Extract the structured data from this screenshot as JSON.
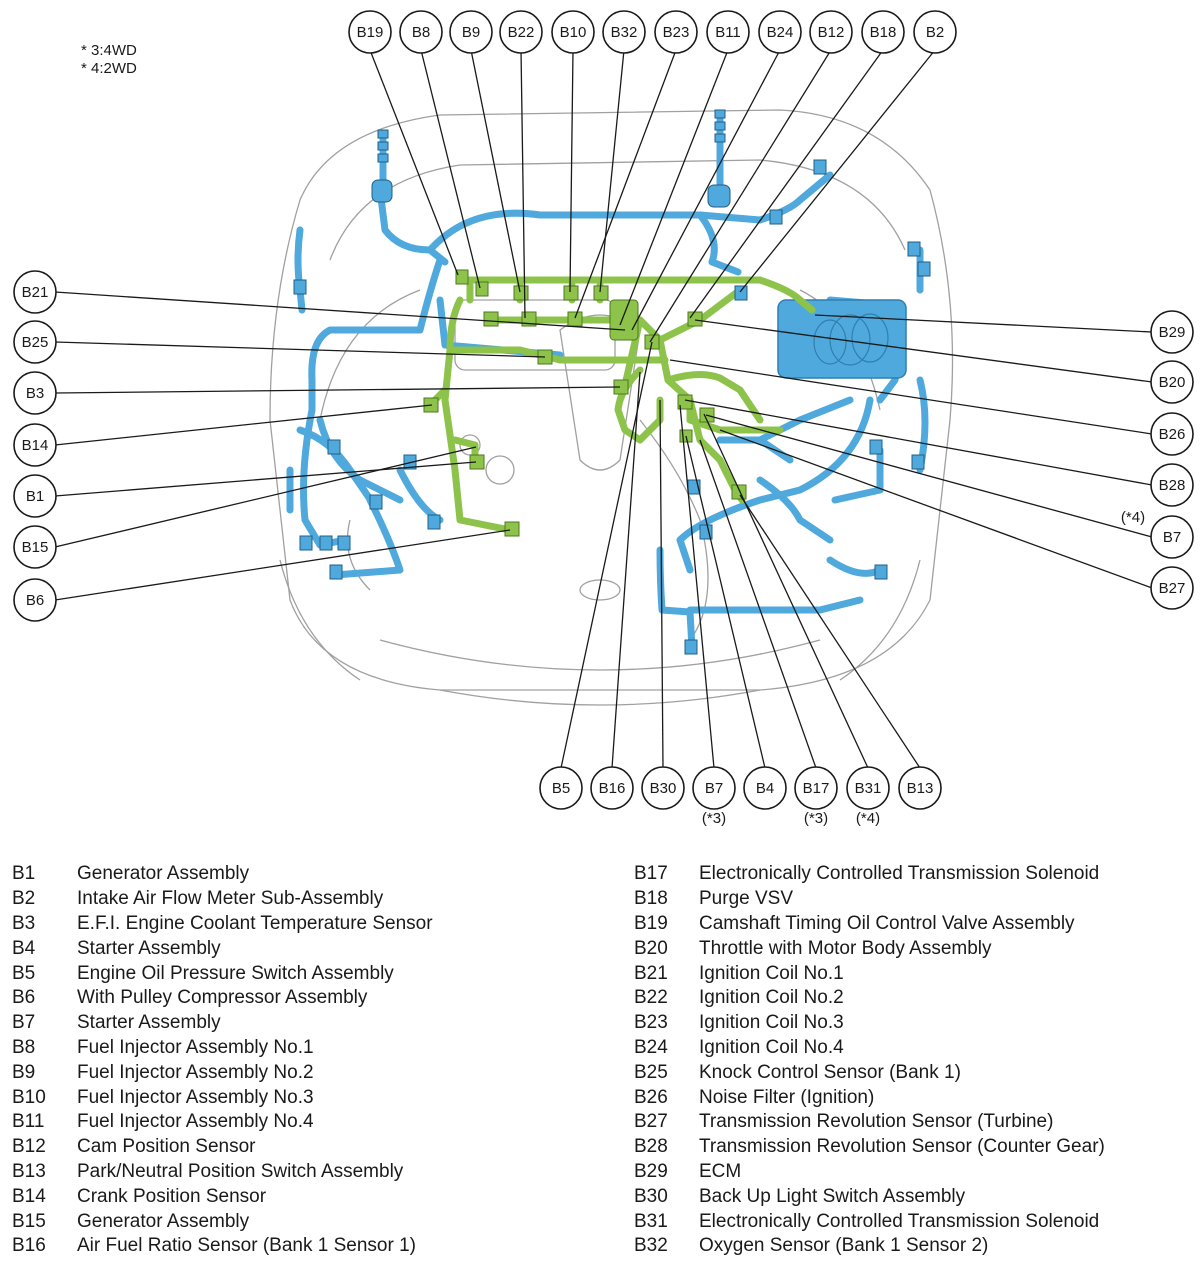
{
  "notes": [
    "* 3:4WD",
    "* 4:2WD"
  ],
  "colors": {
    "harness_blue": "#4fa9dc",
    "harness_green": "#8dc34a",
    "outline": "#9a9a9a",
    "ink": "#1a1a1a"
  },
  "callouts": {
    "top": [
      "B19",
      "B8",
      "B9",
      "B22",
      "B10",
      "B32",
      "B23",
      "B11",
      "B24",
      "B12",
      "B18",
      "B2"
    ],
    "left": [
      "B21",
      "B25",
      "B3",
      "B14",
      "B1",
      "B15",
      "B6"
    ],
    "right": [
      "B29",
      "B20",
      "B26",
      "B28",
      "B7",
      "B27"
    ],
    "right_notes": [
      "(*4)"
    ],
    "bottom": [
      "B5",
      "B16",
      "B30",
      "B7",
      "B4",
      "B17",
      "B31",
      "B13"
    ],
    "bottom_notes": [
      "",
      "",
      "",
      "(*3)",
      "",
      "(*3)",
      "(*4)",
      ""
    ]
  },
  "legend_left": [
    {
      "code": "B1",
      "desc": "Generator Assembly"
    },
    {
      "code": "B2",
      "desc": "Intake Air Flow Meter Sub-Assembly"
    },
    {
      "code": "B3",
      "desc": "E.F.I. Engine Coolant Temperature Sensor"
    },
    {
      "code": "B4",
      "desc": "Starter Assembly"
    },
    {
      "code": "B5",
      "desc": "Engine Oil Pressure Switch Assembly"
    },
    {
      "code": "B6",
      "desc": "With Pulley Compressor Assembly"
    },
    {
      "code": "B7",
      "desc": "Starter Assembly"
    },
    {
      "code": "B8",
      "desc": "Fuel Injector Assembly No.1"
    },
    {
      "code": "B9",
      "desc": "Fuel Injector Assembly No.2"
    },
    {
      "code": "B10",
      "desc": "Fuel Injector Assembly No.3"
    },
    {
      "code": "B11",
      "desc": "Fuel Injector Assembly No.4"
    },
    {
      "code": "B12",
      "desc": "Cam Position Sensor"
    },
    {
      "code": "B13",
      "desc": "Park/Neutral Position Switch Assembly"
    },
    {
      "code": "B14",
      "desc": "Crank Position Sensor"
    },
    {
      "code": "B15",
      "desc": "Generator Assembly"
    },
    {
      "code": "B16",
      "desc": "Air Fuel Ratio Sensor (Bank 1 Sensor 1)"
    }
  ],
  "legend_right": [
    {
      "code": "B17",
      "desc": "Electronically Controlled Transmission Solenoid"
    },
    {
      "code": "B18",
      "desc": "Purge VSV"
    },
    {
      "code": "B19",
      "desc": "Camshaft Timing Oil Control Valve Assembly"
    },
    {
      "code": "B20",
      "desc": "Throttle with Motor Body Assembly"
    },
    {
      "code": "B21",
      "desc": "Ignition Coil No.1"
    },
    {
      "code": "B22",
      "desc": "Ignition Coil No.2"
    },
    {
      "code": "B23",
      "desc": "Ignition Coil No.3"
    },
    {
      "code": "B24",
      "desc": "Ignition Coil No.4"
    },
    {
      "code": "B25",
      "desc": "Knock Control Sensor (Bank 1)"
    },
    {
      "code": "B26",
      "desc": "Noise Filter (Ignition)"
    },
    {
      "code": "B27",
      "desc": "Transmission Revolution Sensor (Turbine)"
    },
    {
      "code": "B28",
      "desc": "Transmission Revolution Sensor (Counter Gear)"
    },
    {
      "code": "B29",
      "desc": "ECM"
    },
    {
      "code": "B30",
      "desc": "Back Up Light Switch Assembly"
    },
    {
      "code": "B31",
      "desc": "Electronically Controlled Transmission Solenoid"
    },
    {
      "code": "B32",
      "desc": "Oxygen Sensor (Bank 1 Sensor 2)"
    }
  ]
}
